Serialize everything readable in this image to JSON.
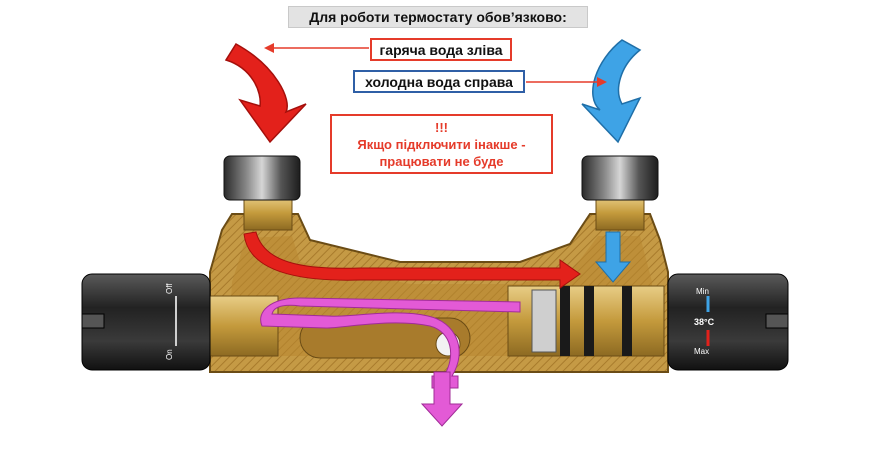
{
  "header": {
    "title": "Для роботи термостату обов’язково:"
  },
  "labels": {
    "hot_water": "гаряча вода зліва",
    "cold_water": "холодна вода справа"
  },
  "warning": {
    "marks": "!!!",
    "line1": "Якщо підключити інакше -",
    "line2": "працювати не буде"
  },
  "left_knob": {
    "top": "Off",
    "bottom": "On"
  },
  "right_knob": {
    "top": "Min",
    "temperature": "38°C",
    "bottom": "Max"
  },
  "colors": {
    "hot": "#e3211b",
    "cold": "#3ea3e6",
    "mixed": "#e35ad6",
    "brass": "#c9a24a"
  }
}
